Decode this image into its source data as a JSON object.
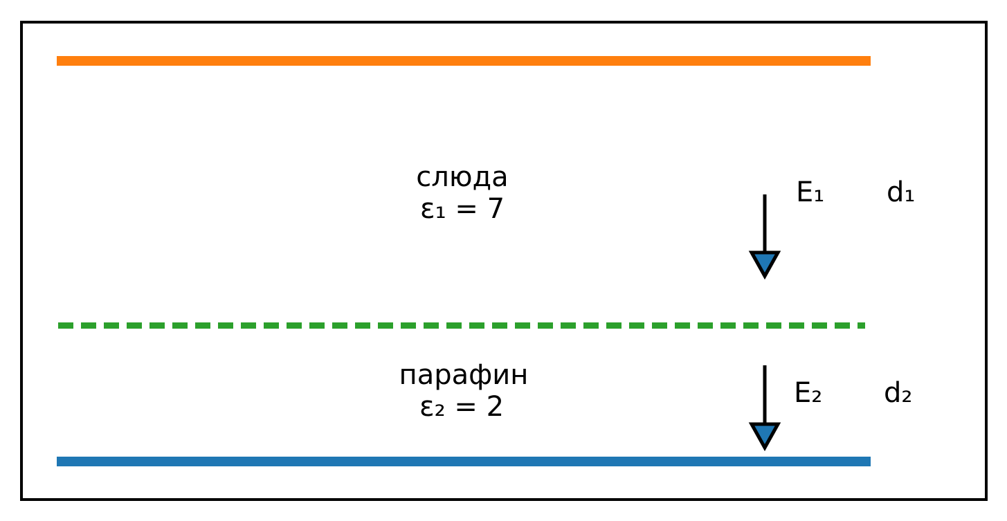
{
  "diagram": {
    "type": "capacitor-with-two-dielectric-layers",
    "layers": [
      {
        "material": "слюда",
        "permittivity_label": "ε₁ = 7",
        "field_label": "E₁",
        "thickness_label": "d₁"
      },
      {
        "material": "парафин",
        "permittivity_label": "ε₂ = 2",
        "field_label": "E₂",
        "thickness_label": "d₂"
      }
    ],
    "colors": {
      "top_plate": "#ff7f0e",
      "bottom_plate": "#1f77b4",
      "interface_line": "#2ca02c",
      "arrow_head_fill": "#1f77b4",
      "border": "#000000"
    }
  }
}
